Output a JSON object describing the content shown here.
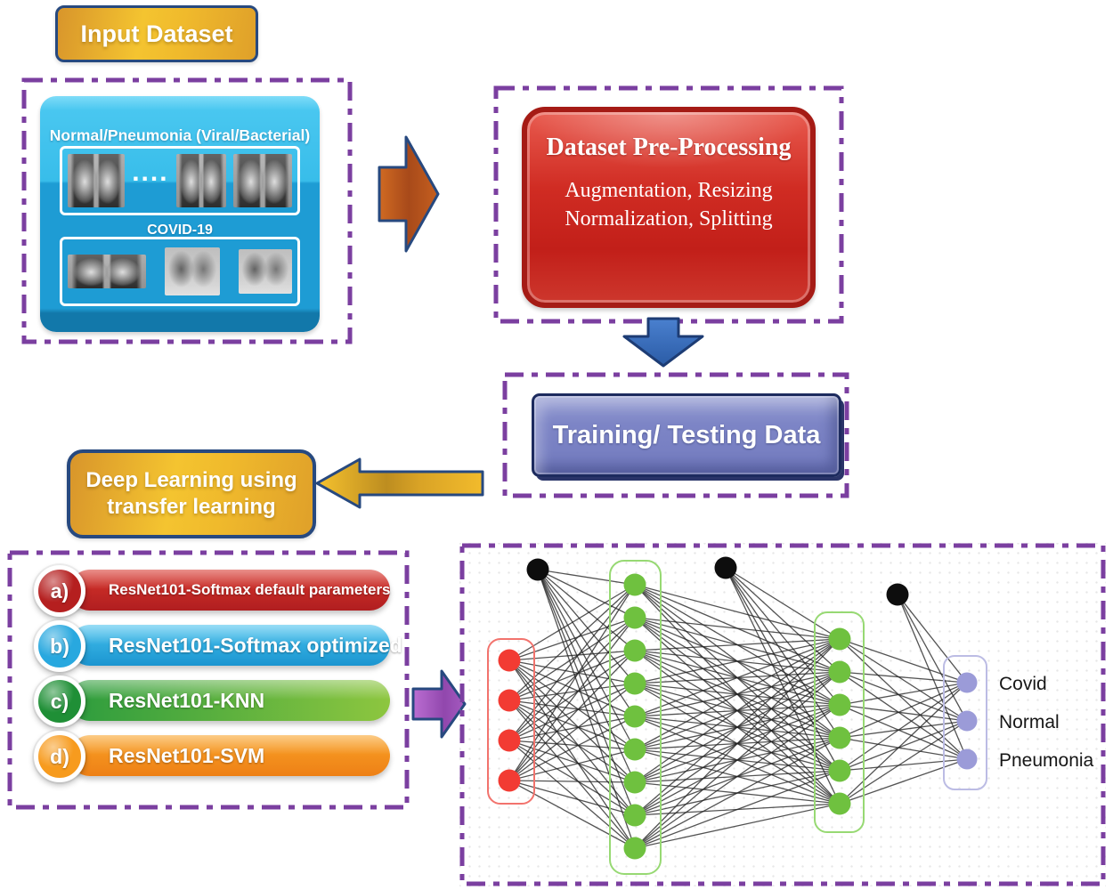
{
  "input_dataset_label": "Input Dataset",
  "dataset": {
    "group1_title": "Normal/Pneumonia (Viral/Bacterial)",
    "dots": "....",
    "group2_title": "COVID-19"
  },
  "preprocessing": {
    "title": "Dataset Pre-Processing",
    "line1": "Augmentation, Resizing",
    "line2": "Normalization, Splitting"
  },
  "training_label": "Training/ Testing Data",
  "deep_learning": {
    "line1": "Deep Learning using",
    "line2": "transfer learning"
  },
  "methods": [
    {
      "key": "a)",
      "label": "ResNet101-Softmax default parameters",
      "bar_from": "#d8352b",
      "bar_to": "#b01e20",
      "dir": "180deg",
      "circle": "#b51f1f"
    },
    {
      "key": "b)",
      "label": "ResNet101-Softmax optimized",
      "bar_from": "#45c1ee",
      "bar_to": "#1b95d0",
      "dir": "180deg",
      "circle": "#28a8df"
    },
    {
      "key": "c)",
      "label": "ResNet101-KNN",
      "bar_from": "#2d9c3e",
      "bar_to": "#8dc63f",
      "dir": "90deg",
      "circle": "#1f8f36"
    },
    {
      "key": "d)",
      "label": "ResNet101-SVM",
      "bar_from": "#f9a125",
      "bar_to": "#ee8016",
      "dir": "180deg",
      "circle": "#f79b1e"
    }
  ],
  "network": {
    "input_nodes": 4,
    "hidden1_nodes": 9,
    "hidden2_nodes": 6,
    "output_nodes": 3,
    "bias_nodes": 3,
    "output_labels": [
      "Covid",
      "Normal",
      "Pneumonia"
    ],
    "colors": {
      "input": "#f23b33",
      "hidden": "#6fc13f",
      "output": "#9b9bd8",
      "bias": "#0d0d0d",
      "link": "#222222",
      "input_frame": "#f2736d",
      "hidden_frame": "#97d973",
      "output_frame": "#bcbce4"
    }
  },
  "colors": {
    "dash_border": "#7b3fa0",
    "gold": "#f4c430",
    "gold_dark": "#d8952b",
    "navy_border": "#27497f",
    "training_fill": "#7d85c6",
    "training_border": "#1d2b5e",
    "arrow_orange": "#b44f1d",
    "arrow_blue": "#3b74c6",
    "arrow_yellow": "#e9b32b",
    "arrow_purple": "#a24fc0"
  }
}
